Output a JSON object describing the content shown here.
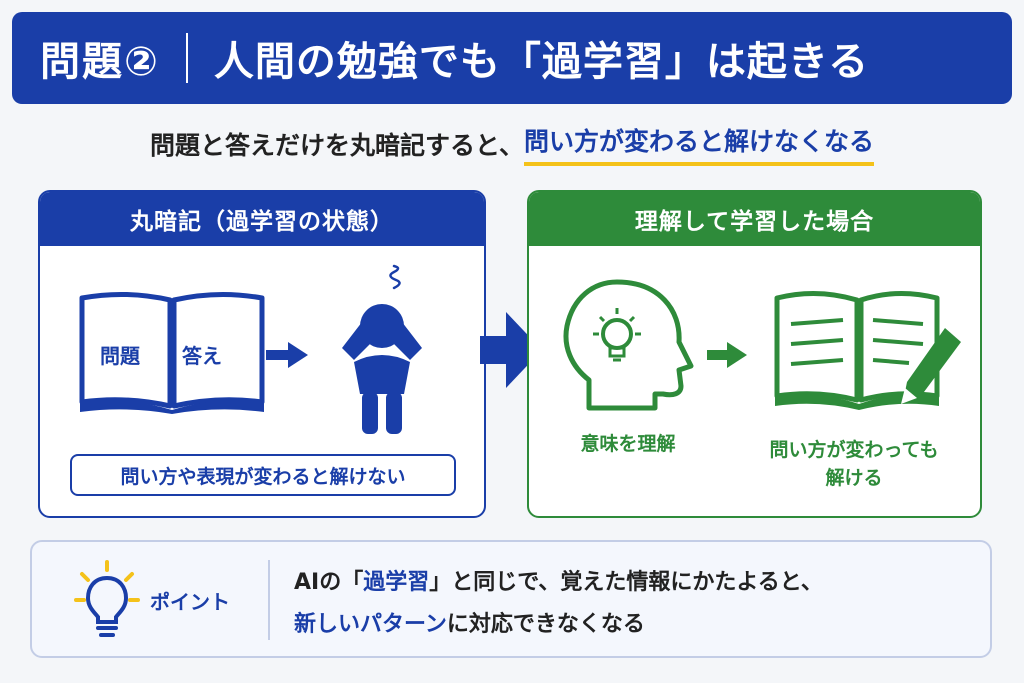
{
  "title": {
    "left": "問題②",
    "right": "人間の勉強でも「過学習」は起きる"
  },
  "subtitle": {
    "prefix": "問題と答えだけを丸暗記すると、",
    "highlight": "問い方が変わると解けなくなる"
  },
  "left_panel": {
    "heading": "丸暗記（過学習の状態）",
    "book_left": "問題",
    "book_right": "答え",
    "note": "問い方や表現が変わると解けない"
  },
  "right_panel": {
    "heading": "理解して学習した場合",
    "cap_left": "意味を理解",
    "cap_right_1": "問い方が変わっても",
    "cap_right_2": "解ける"
  },
  "point": {
    "label": "ポイント",
    "line1_a": "AIの「",
    "line1_b": "過学習",
    "line1_c": "」と同じで、覚えた情報にかたよると、",
    "line2_a": "新しいパターン",
    "line2_b": "に対応できなくなる"
  },
  "colors": {
    "blue": "#1a3ea8",
    "green": "#2e8b3a",
    "yellow": "#f4c21a"
  }
}
